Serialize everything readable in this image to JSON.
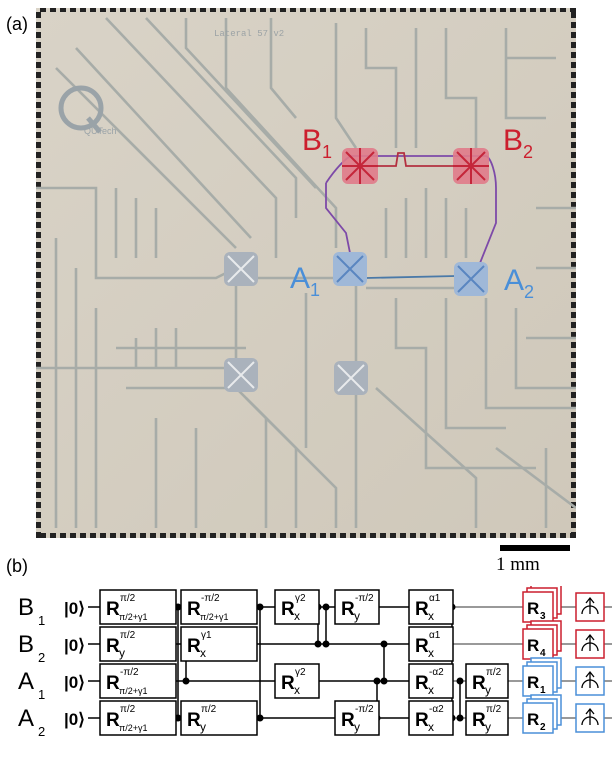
{
  "panel_a": {
    "label": "(a)",
    "chip_text": "Lateral 57 v2",
    "logo_text": "QUTech",
    "qubit_labels": {
      "B1": {
        "main": "B",
        "sub": "1",
        "color": "#cc1f2e"
      },
      "B2": {
        "main": "B",
        "sub": "2",
        "color": "#cc1f2e"
      },
      "A1": {
        "main": "A",
        "sub": "1",
        "color": "#4a8fd8"
      },
      "A2": {
        "main": "A",
        "sub": "2",
        "color": "#4a8fd8"
      }
    },
    "scale_bar": "1 mm"
  },
  "panel_b": {
    "label": "(b)",
    "rows": [
      {
        "main": "B",
        "sub": "1",
        "init": "|0⟩"
      },
      {
        "main": "B",
        "sub": "2",
        "init": "|0⟩"
      },
      {
        "main": "A",
        "sub": "1",
        "init": "|0⟩"
      },
      {
        "main": "A",
        "sub": "2",
        "init": "|0⟩"
      }
    ],
    "gates": [
      {
        "row": 0,
        "col": 0,
        "base": "R",
        "axis": "π/2+γ1",
        "angle": "π/2"
      },
      {
        "row": 1,
        "col": 0,
        "base": "R",
        "axis": "y",
        "angle": "π/2"
      },
      {
        "row": 2,
        "col": 0,
        "base": "R",
        "axis": "π/2+γ1",
        "angle": "-π/2"
      },
      {
        "row": 3,
        "col": 0,
        "base": "R",
        "axis": "π/2+γ1",
        "angle": "π/2"
      },
      {
        "row": 0,
        "col": 1,
        "base": "R",
        "axis": "π/2+γ1",
        "angle": "-π/2"
      },
      {
        "row": 1,
        "col": 1,
        "base": "R",
        "axis": "x",
        "angle": "γ1"
      },
      {
        "row": 3,
        "col": 1,
        "base": "R",
        "axis": "y",
        "angle": "π/2"
      },
      {
        "row": 0,
        "col": 2,
        "base": "R",
        "axis": "x",
        "angle": "γ2"
      },
      {
        "row": 2,
        "col": 2,
        "base": "R",
        "axis": "x",
        "angle": "γ2"
      },
      {
        "row": 0,
        "col": 3,
        "base": "R",
        "axis": "y",
        "angle": "-π/2"
      },
      {
        "row": 3,
        "col": 3,
        "base": "R",
        "axis": "y",
        "angle": "-π/2"
      },
      {
        "row": 0,
        "col": 4,
        "base": "R",
        "axis": "x",
        "angle": "α1"
      },
      {
        "row": 1,
        "col": 4,
        "base": "R",
        "axis": "x",
        "angle": "α1"
      },
      {
        "row": 2,
        "col": 4,
        "base": "R",
        "axis": "x",
        "angle": "-α2"
      },
      {
        "row": 3,
        "col": 4,
        "base": "R",
        "axis": "x",
        "angle": "-α2"
      },
      {
        "row": 2,
        "col": 5,
        "base": "R",
        "axis": "y",
        "angle": "π/2"
      },
      {
        "row": 3,
        "col": 5,
        "base": "R",
        "axis": "y",
        "angle": "π/2"
      }
    ],
    "random_gates": [
      {
        "row": 0,
        "label": "R",
        "sub": "3",
        "color": "#cc1f2e"
      },
      {
        "row": 1,
        "label": "R",
        "sub": "4",
        "color": "#cc1f2e"
      },
      {
        "row": 2,
        "label": "R",
        "sub": "1",
        "color": "#4a8fd8"
      },
      {
        "row": 3,
        "label": "R",
        "sub": "2",
        "color": "#4a8fd8"
      }
    ],
    "cz_gates": [
      {
        "rows": [
          0,
          3
        ]
      },
      {
        "rows": [
          1,
          2
        ]
      },
      {
        "rows": [
          0,
          3
        ]
      },
      {
        "rows": [
          0,
          1
        ]
      },
      {
        "rows": [
          0,
          1
        ]
      },
      {
        "rows": [
          2,
          3
        ]
      },
      {
        "rows": [
          1,
          2
        ]
      },
      {
        "rows": [
          0,
          3
        ]
      },
      {
        "rows": [
          2,
          3
        ]
      }
    ],
    "measure_colors": [
      "#cc1f2e",
      "#cc1f2e",
      "#4a8fd8",
      "#4a8fd8"
    ]
  }
}
